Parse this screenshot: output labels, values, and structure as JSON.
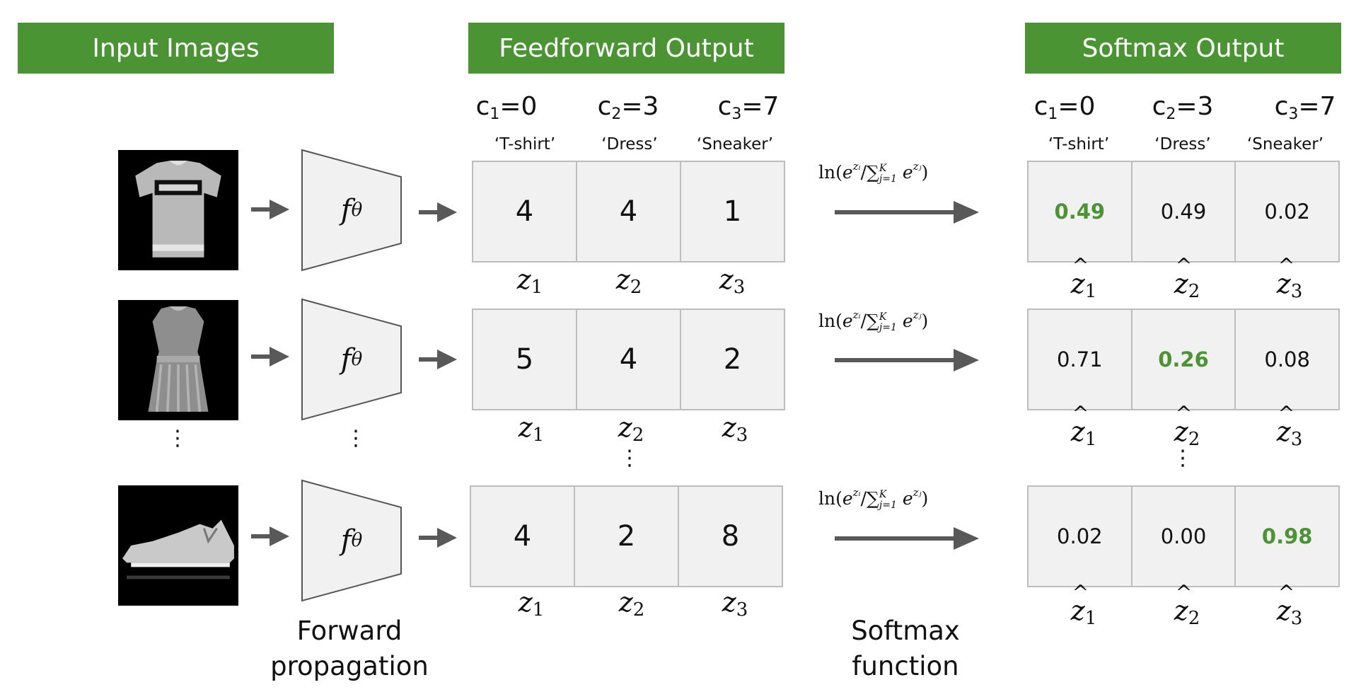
{
  "headers": {
    "input": "Input Images",
    "feedforward": "Feedforward Output",
    "softmax": "Softmax Output"
  },
  "classes": [
    {
      "c": "c",
      "sub": "1",
      "val": "=0",
      "name": "‘T-shirt’"
    },
    {
      "c": "c",
      "sub": "2",
      "val": "=3",
      "name": "‘Dress’"
    },
    {
      "c": "c",
      "sub": "3",
      "val": "=7",
      "name": "‘Sneaker’"
    }
  ],
  "network": {
    "f": "f",
    "theta": "θ"
  },
  "formula": {
    "ln": "ln(",
    "e1": "e",
    "sup1": "zᵢ",
    "slash": "/",
    "sum": "∑",
    "upper": "K",
    "lower": "j=1",
    "e2": "e",
    "sup2": "zⱼ",
    "close": ")"
  },
  "rows": [
    {
      "logits": [
        "4",
        "4",
        "1"
      ],
      "probs": [
        "0.49",
        "0.49",
        "0.02"
      ],
      "highlight": [
        true,
        false,
        false
      ]
    },
    {
      "logits": [
        "5",
        "4",
        "2"
      ],
      "probs": [
        "0.71",
        "0.26",
        "0.08"
      ],
      "highlight": [
        false,
        true,
        false
      ]
    },
    {
      "logits": [
        "4",
        "2",
        "8"
      ],
      "probs": [
        "0.02",
        "0.00",
        "0.98"
      ],
      "highlight": [
        false,
        false,
        true
      ]
    }
  ],
  "z_labels": {
    "z": "z",
    "subs": [
      "1",
      "2",
      "3"
    ]
  },
  "dots": "⋮",
  "captions": {
    "forward_line1": "Forward",
    "forward_line2": "propagation",
    "softmax_line1": "Softmax",
    "softmax_line2": "function"
  },
  "colors": {
    "header_bg": "#4a9433",
    "highlight": "#4a9433",
    "cell_bg": "#f1f1f1",
    "arrow": "#595959"
  }
}
